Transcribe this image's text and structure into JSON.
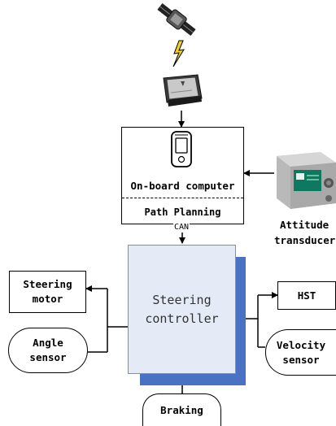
{
  "diagram": {
    "onboard_computer": {
      "label": "On-board computer",
      "sublabel": "Path Planning"
    },
    "attitude": {
      "line1": "Attitude",
      "line2": "transducer"
    },
    "bus_label": "CAN",
    "controller": {
      "line1": "Steering",
      "line2": "controller"
    },
    "steering_motor": {
      "line1": "Steering",
      "line2": "motor"
    },
    "angle_sensor": {
      "line1": "Angle",
      "line2": "sensor"
    },
    "hst": {
      "label": "HST"
    },
    "velocity_sensor": {
      "line1": "Velocity",
      "line2": "sensor"
    },
    "braking": {
      "label": "Braking"
    }
  },
  "colors": {
    "controller_fill": "#e4eaf6",
    "controller_shadow": "#4a72c4",
    "antenna_bolt": "#f2d21c"
  },
  "icons": [
    "satellite-icon",
    "lightning-icon",
    "gps-receiver-icon",
    "handheld-device-icon",
    "attitude-sensor-device-icon"
  ]
}
